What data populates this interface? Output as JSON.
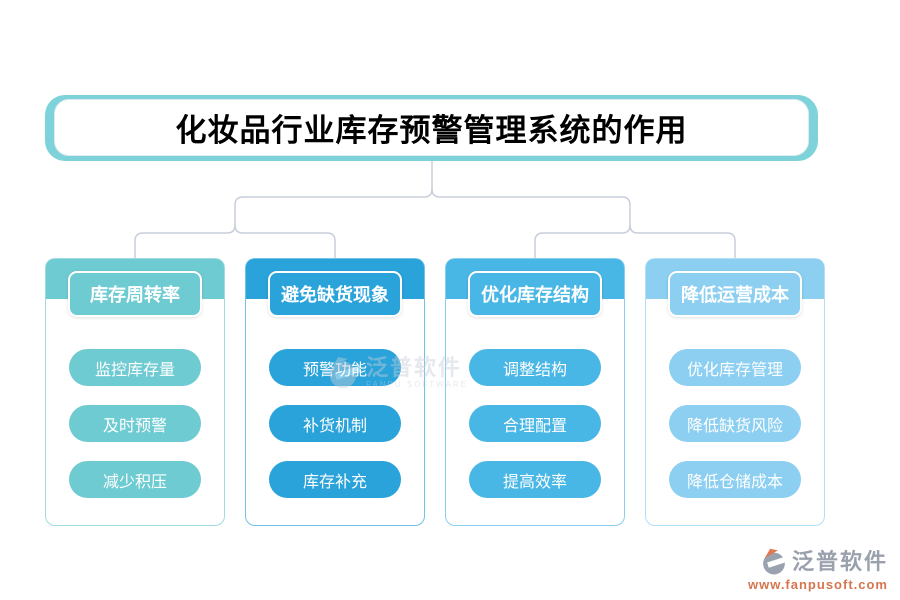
{
  "title": "化妆品行业库存预警管理系统的作用",
  "columns": [
    {
      "id": "inventory-turnover",
      "header": "库存周转率",
      "color": "#6ecbd2",
      "items": [
        "监控库存量",
        "及时预警",
        "减少积压"
      ]
    },
    {
      "id": "avoid-stockout",
      "header": "避免缺货现象",
      "color": "#29a3da",
      "items": [
        "预警功能",
        "补货机制",
        "库存补充"
      ]
    },
    {
      "id": "optimize-structure",
      "header": "优化库存结构",
      "color": "#49b7e6",
      "items": [
        "调整结构",
        "合理配置",
        "提高效率"
      ]
    },
    {
      "id": "reduce-cost",
      "header": "降低运营成本",
      "color": "#8ccff1",
      "items": [
        "优化库存管理",
        "降低缺货风险",
        "降低仓储成本"
      ]
    }
  ],
  "watermark": {
    "brand": "泛普软件",
    "subbrand": "FANPU SOFTWARE"
  },
  "footer": {
    "brand": "泛普软件",
    "url": "www.fanpusoft.com",
    "brand_color": "#9aa1ad",
    "url_color": "#d4764e"
  },
  "style_colors": {
    "title_border": "#7ed2d9",
    "connector": "#c8ceda",
    "card_text": "#ffffff",
    "title_text": "#000000"
  }
}
